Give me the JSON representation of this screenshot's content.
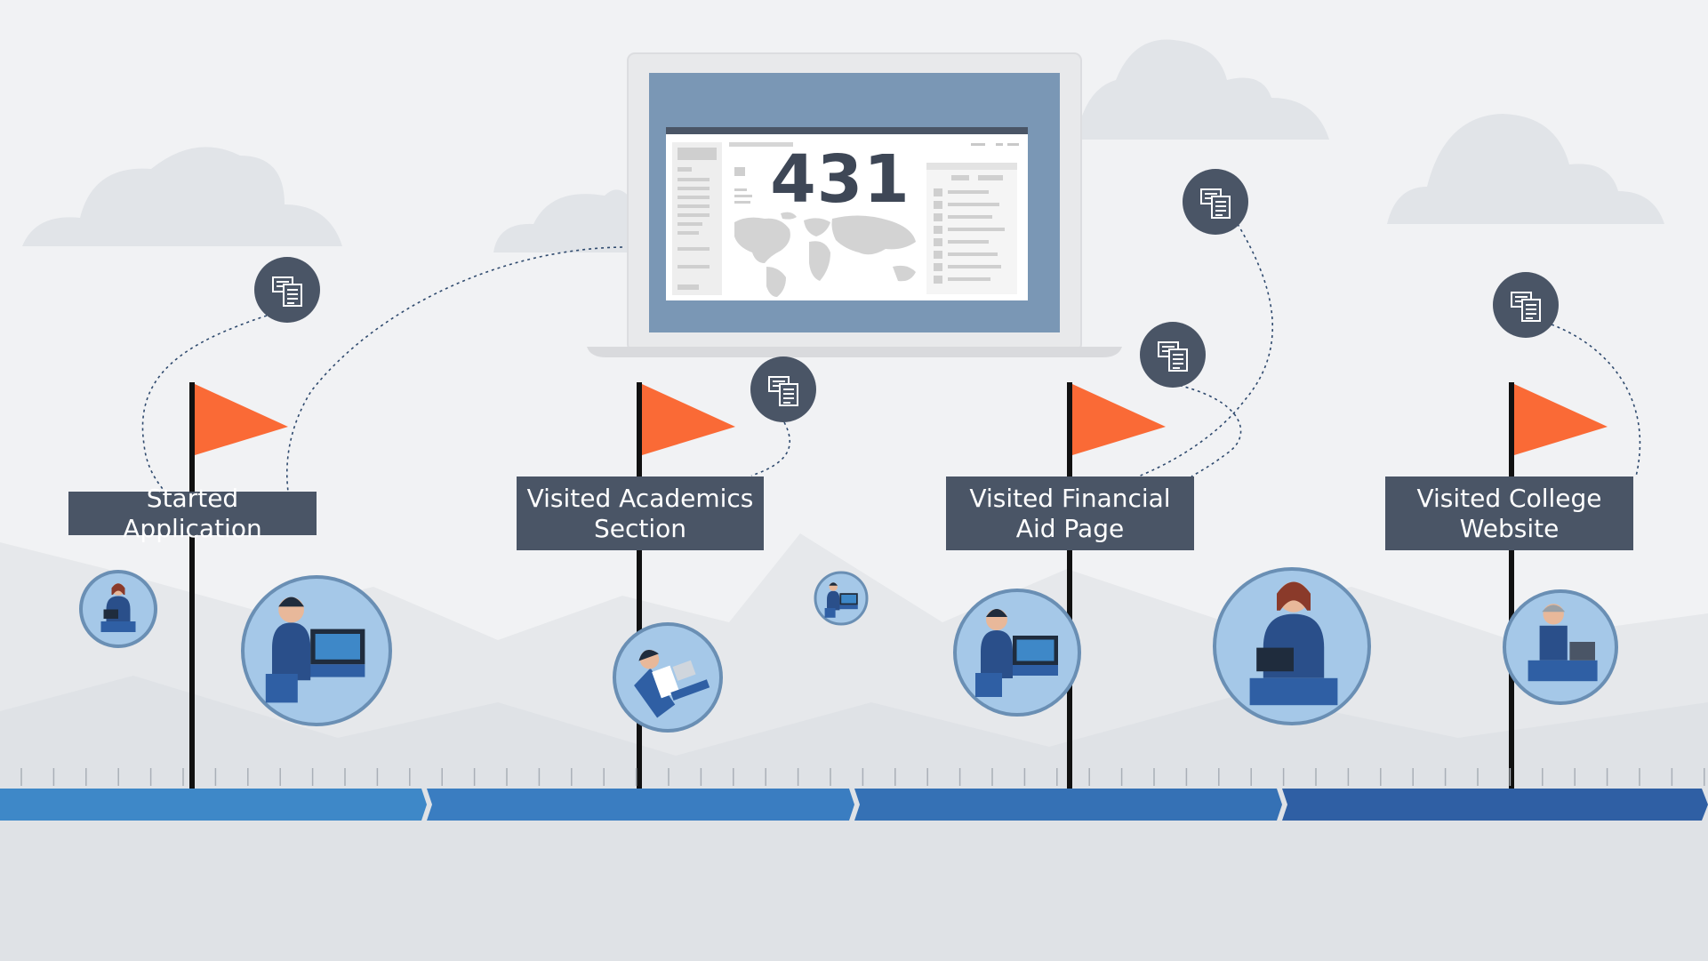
{
  "dashboard": {
    "counter_value": "431"
  },
  "milestones": [
    {
      "label": "Started Application"
    },
    {
      "label": "Visited Academics\nSection"
    },
    {
      "label": "Visited Financial\nAid Page"
    },
    {
      "label": "Visited College\nWebsite"
    }
  ],
  "colors": {
    "background": "#f1f2f4",
    "flag": "#fa6a36",
    "label_bg": "#4a5566",
    "timeline_segments": [
      "#3e88c8",
      "#3a7dc1",
      "#3571b5",
      "#2f5fa4"
    ],
    "icon_circle": "#4a5566",
    "avatar_ring": "#6a8fb4",
    "avatar_bg": "#a5c8e8"
  },
  "icons": [
    "document-form-icon",
    "flag-icon",
    "laptop-icon",
    "world-map-icon",
    "cloud-icon"
  ]
}
